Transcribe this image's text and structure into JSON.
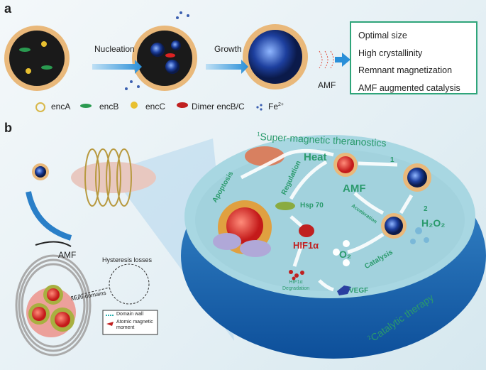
{
  "panel_a": {
    "label": "a",
    "steps": [
      "Nucleation",
      "Growth"
    ],
    "field": "AMF",
    "properties": [
      "Optimal size",
      "High crystallinity",
      "Remnant magnetization",
      "AMF augmented catalysis"
    ],
    "legend": [
      "encA",
      "encB",
      "encC",
      "Dimer encB/C",
      "Fe"
    ],
    "legend_fe_sup": "2+"
  },
  "panel_b": {
    "label": "b",
    "coil": {
      "field": "AMF",
      "hysteresis": "Hysteresis losses",
      "multi_domains": "Multi-domains",
      "legend": [
        "Domain wall",
        "Atomic magnetic moment"
      ]
    },
    "cell": {
      "title_sup": "1",
      "title": "Super-magnetic theranostics",
      "heat": "Heat",
      "amf": "AMF",
      "step1": "1",
      "step2": "2",
      "apoptosis": "Apoptosis",
      "regulation": "Regulation",
      "hsp": "Hsp 70",
      "acceleration": "Acceleration",
      "h2o2": "H₂O₂",
      "hif": "HIF1α",
      "o2": "O₂",
      "catalysis": "Catalysis",
      "hif_deg_1": "HIF1α",
      "hif_deg_2": "Degradation",
      "vegf": "VEGF",
      "therapy_sup": "2",
      "therapy": "Catalytic therapy"
    }
  }
}
